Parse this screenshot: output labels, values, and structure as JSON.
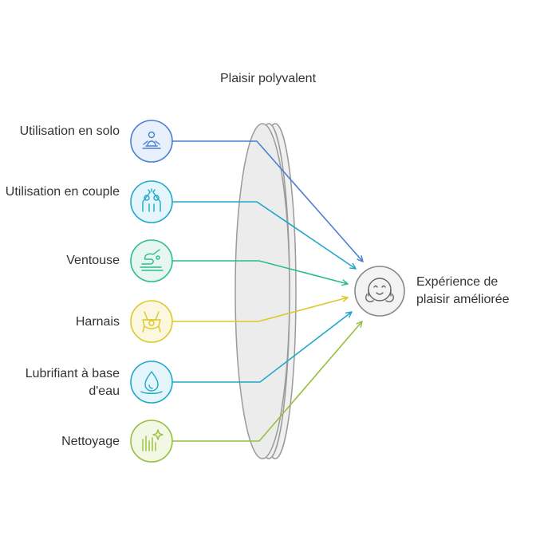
{
  "title": "Plaisir polyvalent",
  "inputs": [
    {
      "label": "Utilisation en solo",
      "icon": "meditation-person-icon",
      "color": "#4a7fd4",
      "fill": "#e8f0fc"
    },
    {
      "label": "Utilisation en couple",
      "icon": "high-five-people-icon",
      "color": "#1fa8c9",
      "fill": "#e4f6fb"
    },
    {
      "label": "Ventouse",
      "icon": "hand-suction-icon",
      "color": "#2bbd8a",
      "fill": "#e5f7f0"
    },
    {
      "label": "Harnais",
      "icon": "harness-icon",
      "color": "#dcc72a",
      "fill": "#fcf8e0"
    },
    {
      "label": "Lubrifiant à base d'eau",
      "icon": "water-drop-icon",
      "color": "#1fa8c9",
      "fill": "#e4f6fb"
    },
    {
      "label": "Nettoyage",
      "icon": "sparkle-clean-icon",
      "color": "#96bf3c",
      "fill": "#f2f8e4"
    }
  ],
  "outcome": {
    "label": "Expérience de plaisir améliorée",
    "icon": "happy-face-icon",
    "color": "#888888",
    "fill": "#f3f3f3"
  }
}
